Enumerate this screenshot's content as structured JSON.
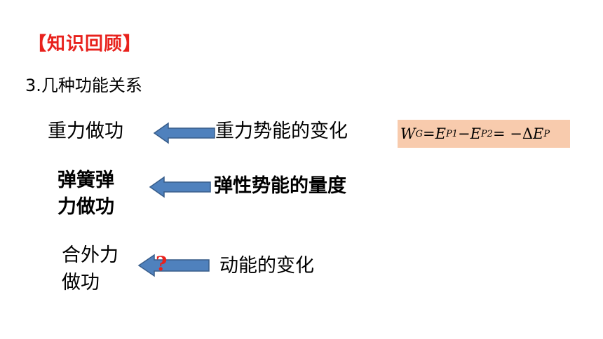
{
  "header": {
    "title": "【知识回顾】",
    "subtitle": "3.几种功能关系"
  },
  "rows": [
    {
      "left_line1": "重力做功",
      "right": "重力势能的变化"
    },
    {
      "left_line1": "弹簧弹",
      "left_line2": "力做功",
      "right": "弹性势能的量度"
    },
    {
      "left_line1": "合外力",
      "left_line2": "做功",
      "right": "动能的变化",
      "mark": "?"
    }
  ],
  "formula": {
    "w": "W",
    "w_sub": "G",
    "eq1": " = ",
    "e1": "E",
    "e1_sub": "P1",
    "minus": " − ",
    "e2": "E",
    "e2_sub": "P2",
    "eq2": " = −Δ",
    "e3": "E",
    "e3_sub": "P"
  },
  "colors": {
    "title": "#e8211c",
    "arrow_fill": "#4f81bd",
    "arrow_stroke": "#385d8a",
    "formula_bg": "#f8cbad",
    "question_mark": "#e8211c"
  },
  "icons": [
    "left-arrow-icon",
    "question-mark-icon"
  ]
}
